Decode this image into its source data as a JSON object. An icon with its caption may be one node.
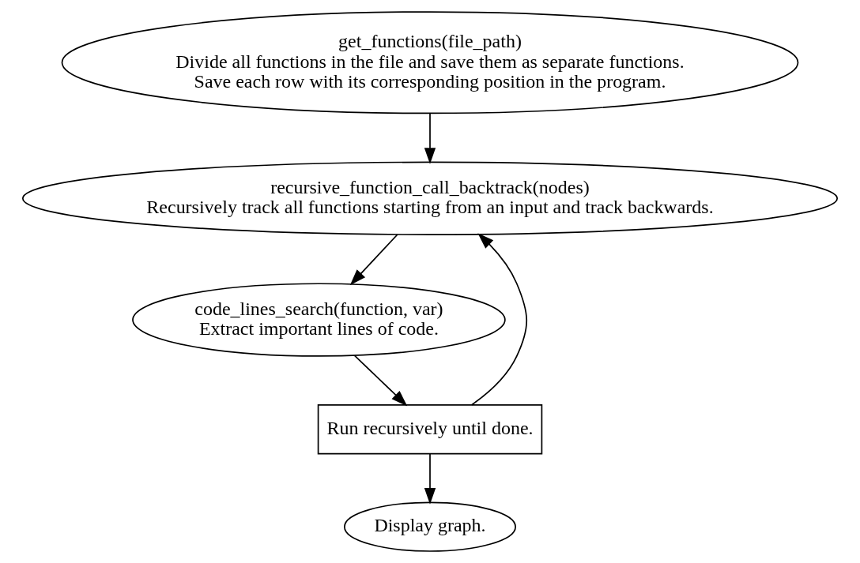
{
  "diagram": {
    "nodes": [
      {
        "text": [
          "get_functions(file_path)",
          "Divide all functions in the file and save them as separate functions.",
          "Save each row with its corresponding position in the program."
        ]
      },
      {
        "text": [
          "recursive_function_call_backtrack(nodes)",
          "Recursively track all functions starting from an input and track backwards."
        ]
      },
      {
        "text": [
          "code_lines_search(function, var)",
          "Extract important lines of code."
        ]
      },
      {
        "text": [
          "Run recursively until done."
        ]
      },
      {
        "text": [
          "Display graph."
        ]
      }
    ],
    "edges": [
      {
        "from": 0,
        "to": 1,
        "arrow": "to"
      },
      {
        "from": 1,
        "to": 2,
        "arrow": "to"
      },
      {
        "from": 2,
        "to": 3,
        "arrow": "to"
      },
      {
        "from": 3,
        "to": 1,
        "arrow": "to"
      },
      {
        "from": 3,
        "to": 4,
        "arrow": "to"
      }
    ]
  }
}
